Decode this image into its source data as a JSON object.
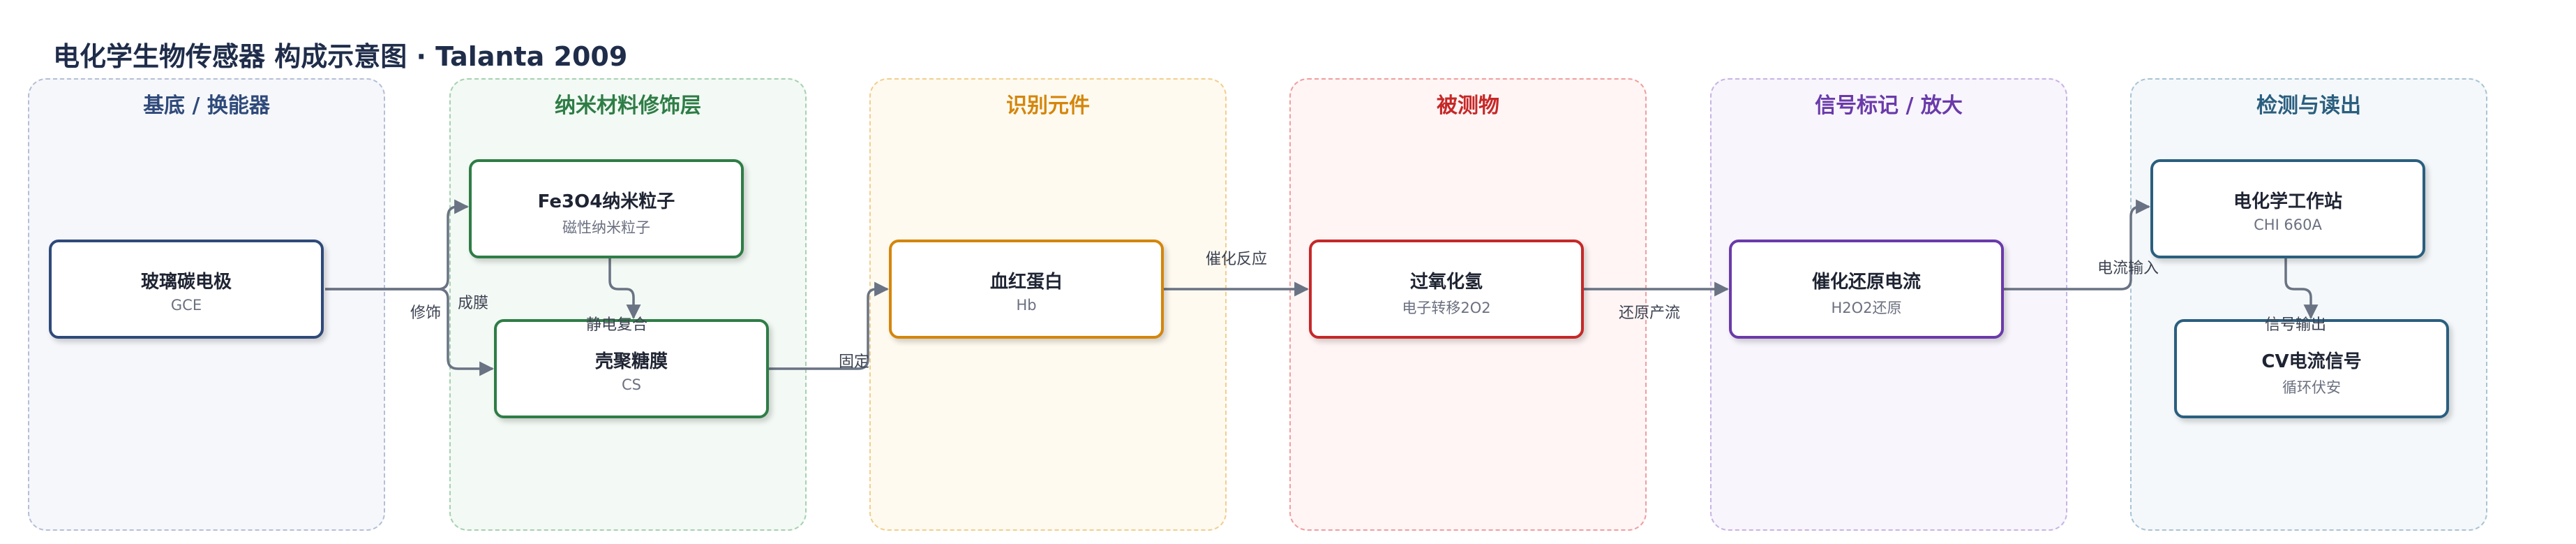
{
  "header": {
    "title": "电化学生物传感器 构成示意图 · Talanta 2009"
  },
  "lanes": [
    {
      "title": "基底 / 换能器",
      "color": "#2f4a7a",
      "border": "#b4bfd6",
      "bg": "#f6f7fb"
    },
    {
      "title": "纳米材料修饰层",
      "color": "#2e7d46",
      "border": "#a6d1b1",
      "bg": "#f3f9f4"
    },
    {
      "title": "识别元件",
      "color": "#d4860b",
      "border": "#f0cf8e",
      "bg": "#fffaf0"
    },
    {
      "title": "被测物",
      "color": "#c62828",
      "border": "#ef9e9e",
      "bg": "#fff5f5"
    },
    {
      "title": "信号标记 / 放大",
      "color": "#6a3aaa",
      "border": "#c7b4e3",
      "bg": "#f8f5fc"
    },
    {
      "title": "检测与读出",
      "color": "#2a5f7f",
      "border": "#a8c4d4",
      "bg": "#f5f8fa"
    }
  ],
  "nodes": {
    "gce": {
      "main": "玻璃碳电极",
      "sub": "GCE",
      "color": "#2f4a7a"
    },
    "fe3o4": {
      "main": "Fe3O4纳米粒子",
      "sub": "磁性纳米粒子",
      "color": "#2e7d46"
    },
    "cs": {
      "main": "壳聚糖膜",
      "sub": "CS",
      "color": "#2e7d46"
    },
    "hb": {
      "main": "血红蛋白",
      "sub": "Hb",
      "color": "#d4860b"
    },
    "h2o2": {
      "main": "过氧化氢",
      "sub": "电子转移2O2",
      "color": "#c62828"
    },
    "current": {
      "main": "催化还原电流",
      "sub": "H2O2还原",
      "color": "#6a3aaa"
    },
    "chi": {
      "main": "电化学工作站",
      "sub": "CHI 660A",
      "color": "#2a5f7f"
    },
    "cv": {
      "main": "CV电流信号",
      "sub": "循环伏安",
      "color": "#2a5f7f"
    }
  },
  "edges": {
    "modify": "修饰",
    "film": "成膜",
    "electrostatic": "静电复合",
    "immobilize": "固定",
    "catalysis": "催化反应",
    "reduction": "还原产流",
    "current_input": "电流输入",
    "signal_output": "信号输出"
  }
}
